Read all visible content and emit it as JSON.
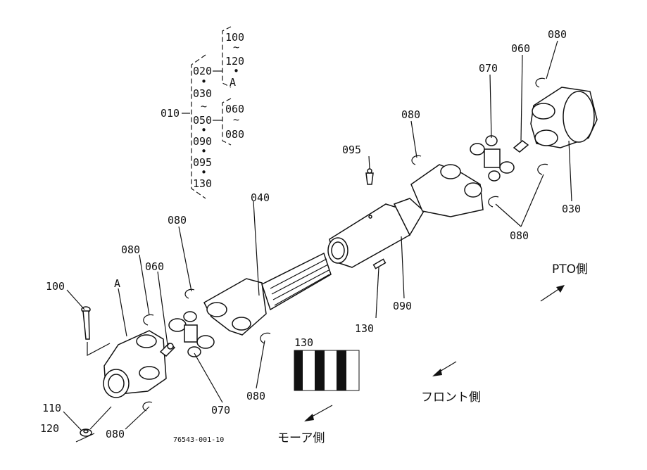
{
  "labels": {
    "p100": "100",
    "pA": "A",
    "p080_a": "080",
    "p060_left": "060",
    "p080_b": "080",
    "p110": "110",
    "p120": "120",
    "p080_c": "080",
    "p070_left": "070",
    "p080_d": "080",
    "p040": "040",
    "p095": "095",
    "p130": "130",
    "p090": "090",
    "p080_e": "080",
    "p070_right": "070",
    "p060_right": "060",
    "p080_top": "080",
    "p030": "030",
    "p080_right": "080",
    "p130_label": "130",
    "doc_code": "76543-001-10"
  },
  "group_index": {
    "root": "010",
    "items": [
      "020",
      "030",
      "050",
      "090",
      "095",
      "130"
    ],
    "sub_a": [
      "100",
      "120",
      "A"
    ],
    "sub_b": [
      "060",
      "080"
    ],
    "sep_dot": "•",
    "sep_range": "~"
  },
  "directions": {
    "pto": "PTO側",
    "front": "フロント側",
    "motor": "モーア側"
  }
}
